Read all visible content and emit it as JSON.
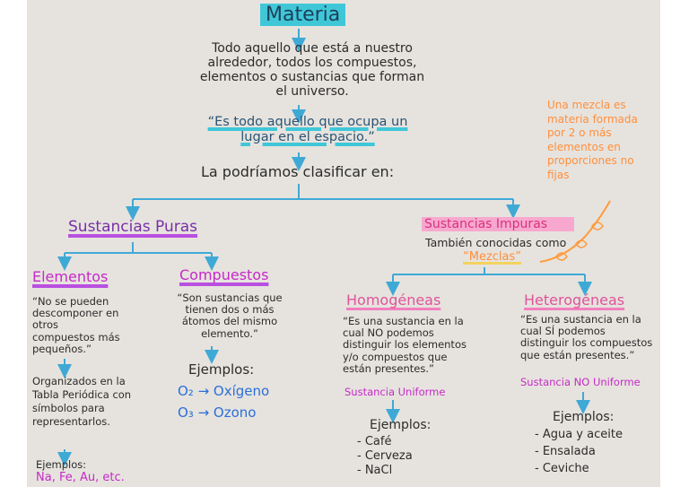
{
  "diagram": {
    "title": "Materia",
    "definition": "Todo aquello que está a nuestro alrededor, todos los compuestos, elementos o sustancias que forman el universo.",
    "quote": "“Es todo aquello que ocupa un lugar en el espacio.”",
    "classify": "La podríamos clasificar en:",
    "mixture_note": "Una mezcla es materia formada por 2 o más elementos en proporciones no fijas",
    "pure": {
      "title": "Sustancias Puras",
      "elements": {
        "title": "Elementos",
        "definition": "“No se pueden descomponer en otros compuestos más pequeños.”",
        "table_note": "Organizados en la Tabla Periódica con símbolos para representarlos.",
        "examples_label": "Ejemplos:",
        "examples": "Na, Fe, Au, etc."
      },
      "compounds": {
        "title": "Compuestos",
        "definition": "“Son sustancias que tienen dos o más átomos del mismo elemento.”",
        "examples_label": "Ejemplos:",
        "example_1": "O₂ → Oxígeno",
        "example_2": "O₃ → Ozono"
      }
    },
    "impure": {
      "title": "Sustancias Impuras",
      "aka": "También conocidas como",
      "aka_name": "“Mezclas”",
      "homogeneous": {
        "title": "Homogéneas",
        "definition": "“Es una sustancia en la cual NO podemos distinguir los elementos y/o compuestos que están presentes.”",
        "uniform": "Sustancia Uniforme",
        "examples_label": "Ejemplos:",
        "examples": [
          "- Café",
          "- Cerveza",
          "- NaCl"
        ]
      },
      "heterogeneous": {
        "title": "Heterogéneas",
        "definition": "“Es una sustancia en la cual SÍ podemos distinguir los compuestos que están presentes.”",
        "uniform": "Sustancia NO Uniforme",
        "examples_label": "Ejemplos:",
        "examples": [
          "- Agua y aceite",
          "- Ensalada",
          "- Ceviche"
        ]
      }
    }
  }
}
